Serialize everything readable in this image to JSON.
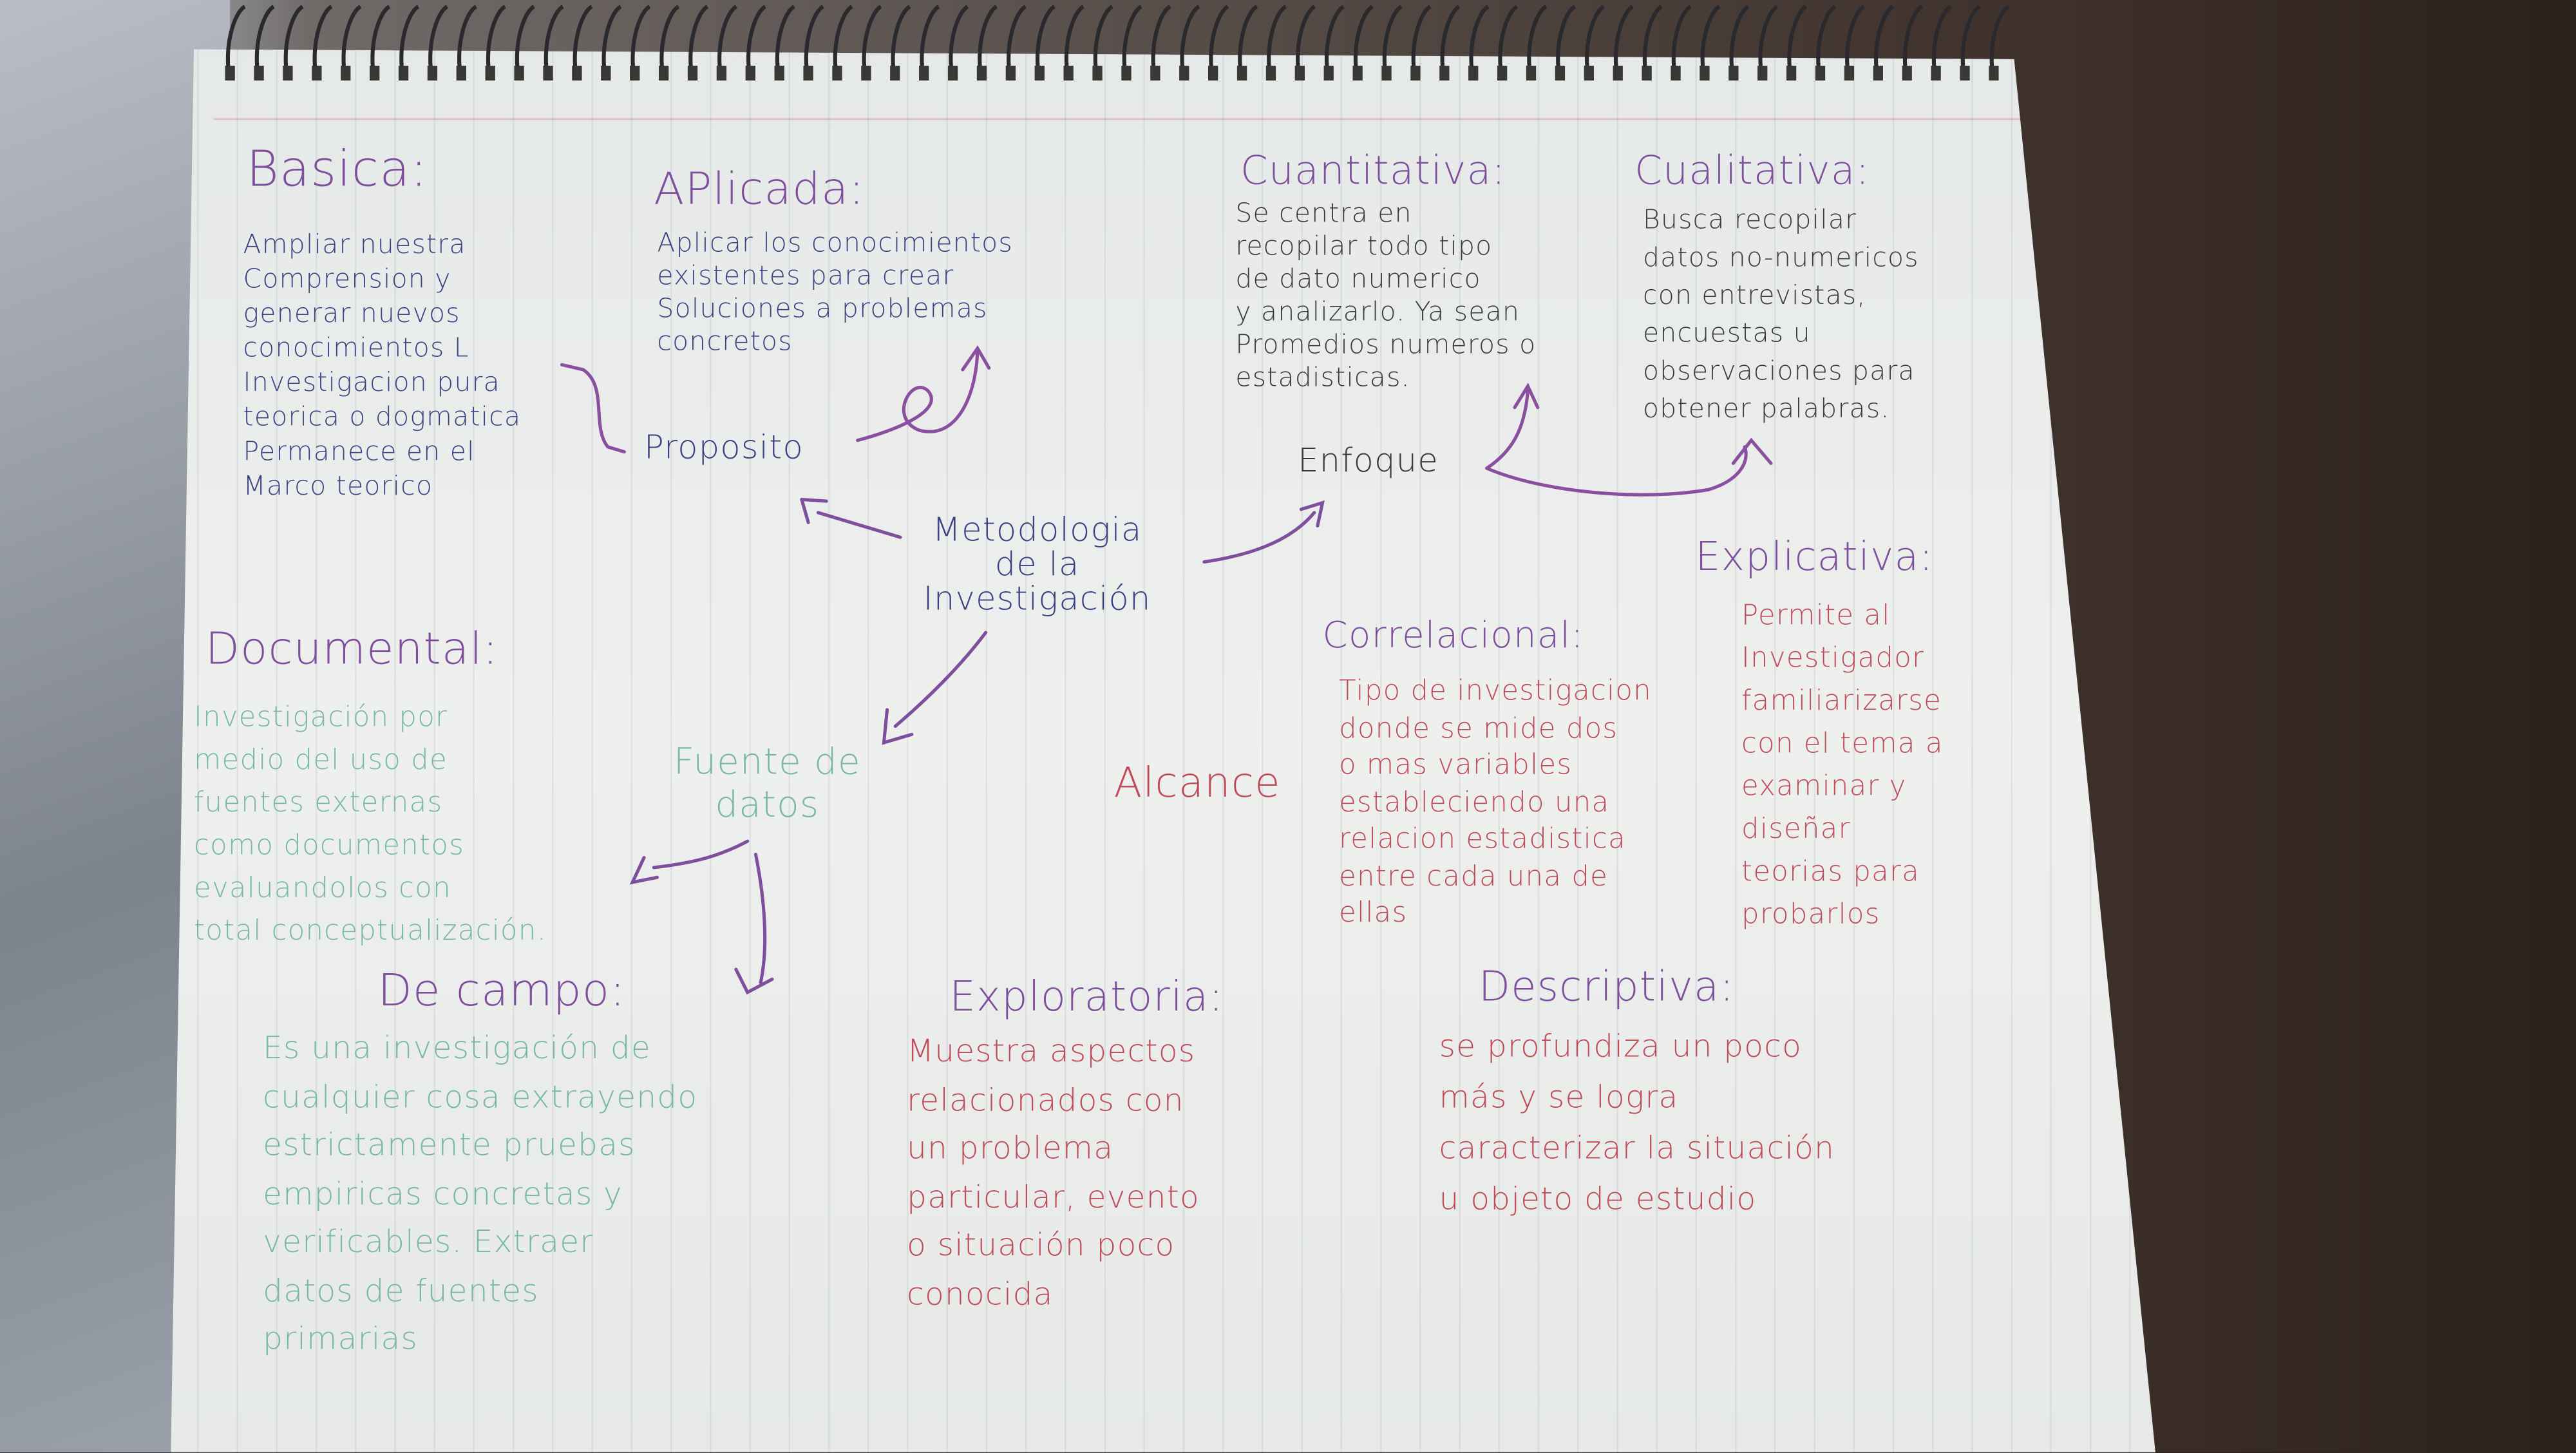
{
  "center": {
    "title": "Metodologia\nde la\nInvestigación"
  },
  "proposito": {
    "label": "Proposito",
    "basica": {
      "title": "Basica:",
      "text": "Ampliar nuestra\nComprension y\ngenerar nuevos\nconocimientos L\nInvestigacion pura\nteorica o dogmatica\nPermanece en el\nMarco teorico"
    },
    "aplicada": {
      "title": "APlicada:",
      "text": "Aplicar los conocimientos\nexistentes para crear\nSoluciones a problemas\nconcretos"
    }
  },
  "enfoque": {
    "label": "Enfoque",
    "cuantitativa": {
      "title": "Cuantitativa:",
      "text": "Se centra en\nrecopilar todo tipo\nde dato numerico\ny analizarlo. Ya sean\nPromedios numeros o\nestadisticas."
    },
    "cualitativa": {
      "title": "Cualitativa:",
      "text": "Busca recopilar\ndatos no-numericos\ncon entrevistas,\nencuestas u\nobservaciones para\nobtener palabras."
    }
  },
  "fuente": {
    "label": "Fuente de\ndatos",
    "documental": {
      "title": "Documental:",
      "text": "Investigación por\nmedio del uso de\nfuentes externas\ncomo documentos\nevaluandolos con\ntotal conceptualización."
    },
    "campo": {
      "title": "De campo:",
      "text": "Es una investigación de\ncualquier cosa extrayendo\nestrictamente pruebas\nempiricas concretas y\nverificables. Extraer\ndatos de fuentes\nprimarias"
    }
  },
  "alcance": {
    "label": "Alcance",
    "correlacional": {
      "title": "Correlacional:",
      "text": "Tipo de investigacion\ndonde se mide dos\no mas variables\nestableciendo una\nrelacion estadistica\nentre cada una de\nellas"
    },
    "explicativa": {
      "title": "Explicativa:",
      "text": "Permite al\nInvestigador\nfamiliarizarse\ncon el tema a\nexaminar y\ndiseñar\nteorias para\nprobarlos"
    },
    "exploratoria": {
      "title": "Exploratoria:",
      "text": "Muestra aspectos\nrelacionados con\nun problema\nparticular, evento\no situación poco\nconocida"
    },
    "descriptiva": {
      "title": "Descriptiva:",
      "text": "se profundiza un poco\nmás y se logra\ncaracterizar la situación\nu objeto de estudio"
    }
  }
}
